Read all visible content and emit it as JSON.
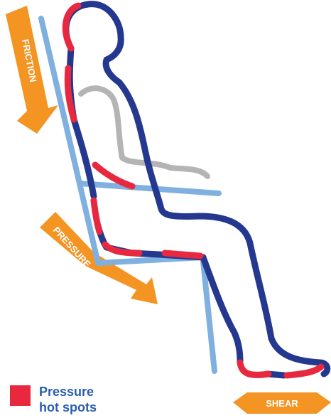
{
  "labels": {
    "friction": "FRICTION",
    "pressure": "PRESSURE",
    "shear": "SHEAR"
  },
  "legend": {
    "line1": "Pressure",
    "line2": "hot spots"
  },
  "colors": {
    "arrow": "#f39423",
    "chair": "#7fb0e0",
    "body_outline": "#25388f",
    "arm": "#b4b4b4",
    "hot_spot": "#e8283e",
    "legend_text": "#2a5db0"
  }
}
